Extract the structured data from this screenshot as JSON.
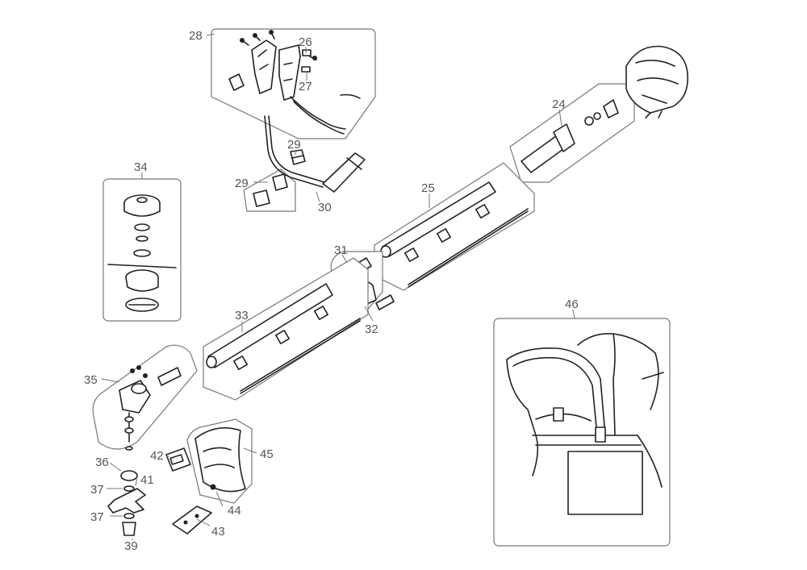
{
  "callouts": {
    "c24": "24",
    "c25": "25",
    "c26": "26",
    "c27": "27",
    "c28": "28",
    "c29": "29",
    "c30": "30",
    "c31": "31",
    "c32": "32",
    "c33": "33",
    "c34": "34",
    "c35": "35",
    "c36": "36",
    "c37": "37",
    "c39": "39",
    "c41": "41",
    "c42": "42",
    "c43": "43",
    "c44": "44",
    "c45": "45",
    "c46": "46"
  },
  "colors": {
    "line": "#222222",
    "panel_border": "#777777",
    "label": "#555555",
    "background": "#ffffff"
  }
}
